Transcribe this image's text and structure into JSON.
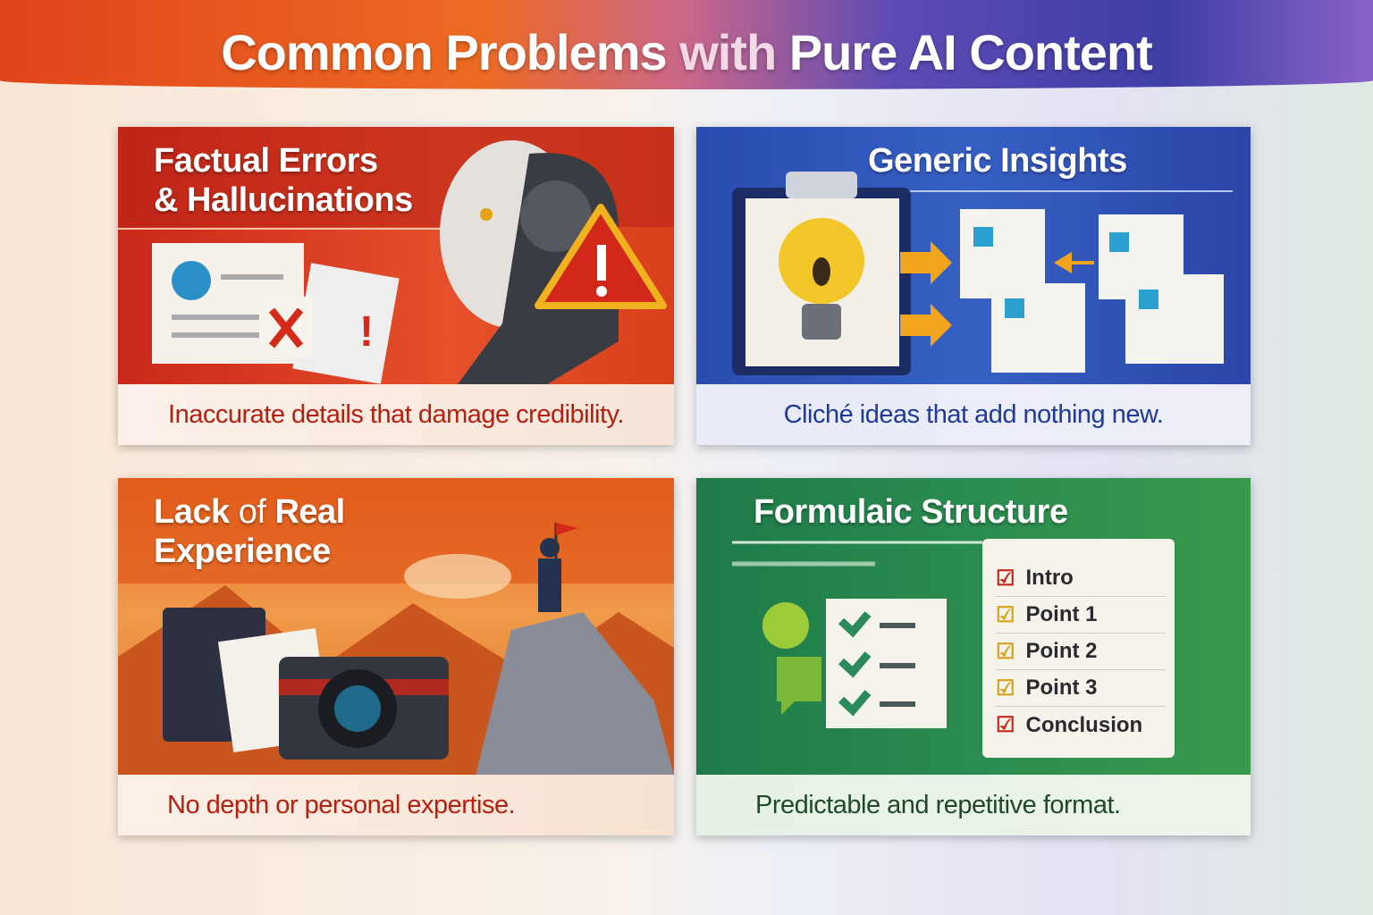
{
  "title": {
    "part1": "Common Problems",
    "part2": "with",
    "part3": "Pure AI Content"
  },
  "cards": [
    {
      "heading_line1": "Factual Errors",
      "heading_line2": "& Hallucinations",
      "caption": "Inaccurate details that damage credibility.",
      "color": "#b5200f"
    },
    {
      "heading_line1": "Generic Insights",
      "caption": "Cliché ideas that add nothing new.",
      "color": "#1e3a9a"
    },
    {
      "heading_line1": "Lack",
      "heading_of": "of",
      "heading_real": "Real",
      "heading_line2": "Experience",
      "caption": "No depth or personal expertise.",
      "color": "#b5200f"
    },
    {
      "heading_line1": "Formulaic Structure",
      "caption": "Predictable and repetitive format.",
      "color": "#1f4a2a",
      "checklist": [
        "Intro",
        "Point 1",
        "Point 2",
        "Point 3",
        "Conclusion"
      ]
    }
  ]
}
